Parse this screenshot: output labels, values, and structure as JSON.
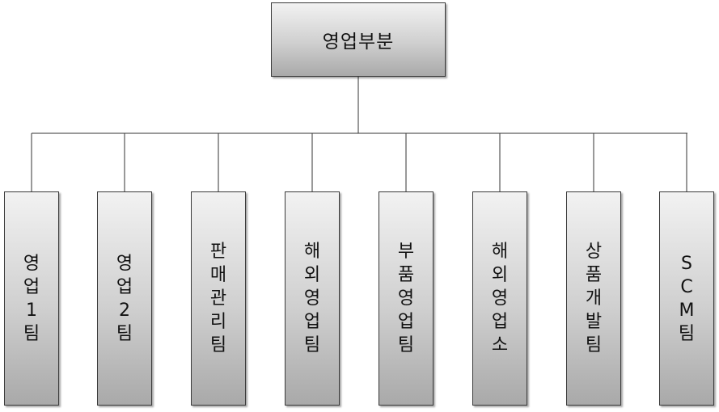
{
  "org_chart": {
    "root": {
      "label": "영업부분"
    },
    "children": [
      {
        "id": "sales-team-1",
        "label": "영업1팀"
      },
      {
        "id": "sales-team-2",
        "label": "영업2팀"
      },
      {
        "id": "sales-management-team",
        "label": "판매관리팀"
      },
      {
        "id": "overseas-sales-team",
        "label": "해외영업팀"
      },
      {
        "id": "parts-sales-team",
        "label": "부품영업팀"
      },
      {
        "id": "overseas-sales-office",
        "label": "해외영업소"
      },
      {
        "id": "product-development-team",
        "label": "상품개발팀"
      },
      {
        "id": "scm-team",
        "label": "SCM팀"
      }
    ]
  },
  "colors": {
    "line": "#333333",
    "box_border": "#3a3a3a",
    "box_gradient_top": "#f2f2f2",
    "box_gradient_bottom": "#a9a9a9"
  }
}
